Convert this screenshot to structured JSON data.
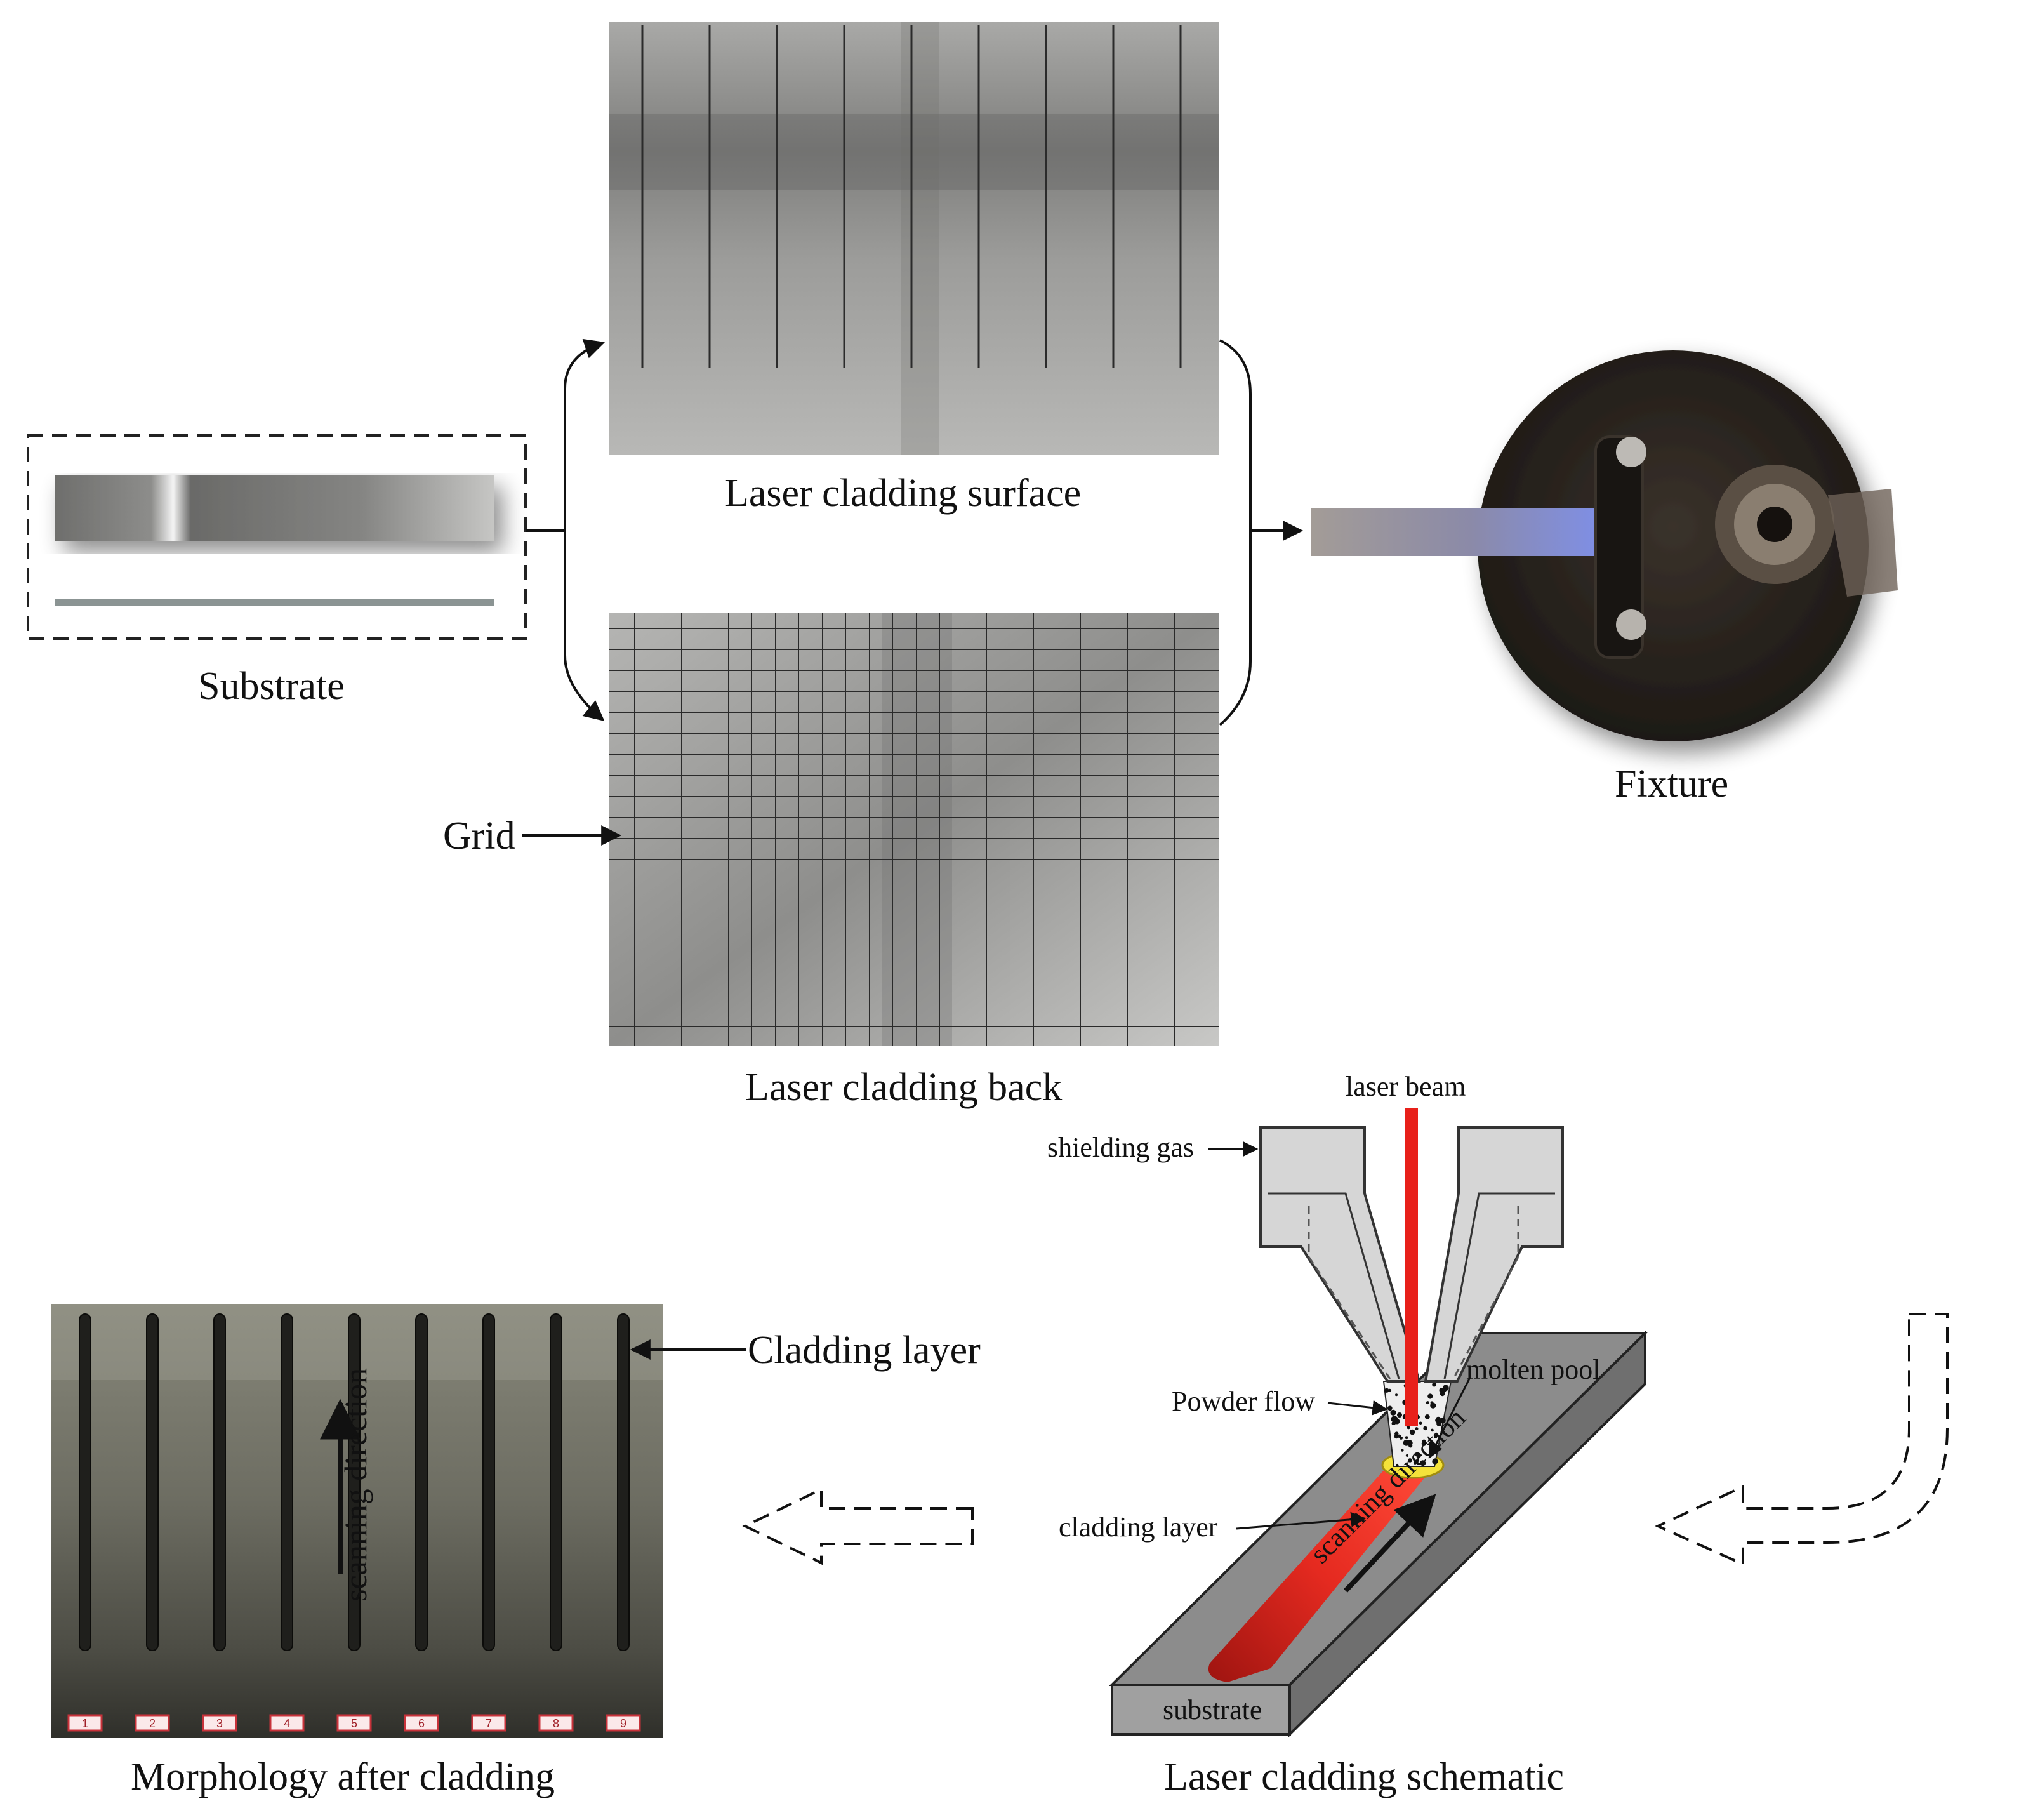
{
  "panels": {
    "substrate": "Substrate",
    "surface": "Laser cladding surface",
    "back": "Laser cladding back",
    "fixture": "Fixture",
    "morphology": "Morphology after cladding",
    "schematic": "Laser cladding schematic"
  },
  "annotations": {
    "grid": "Grid",
    "cladding_layer_photo": "Cladding layer",
    "scanning_direction_photo": "scanning direction"
  },
  "schematic_labels": {
    "laser_beam": "laser beam",
    "shielding_gas": "shielding gas",
    "powder_flow": "Powder flow",
    "molten_pool": "molten pool",
    "cladding_layer": "cladding layer",
    "scanning_direction": "scanning direction",
    "substrate": "substrate"
  },
  "sample_tags": [
    "1",
    "2",
    "3",
    "4",
    "5",
    "6",
    "7",
    "8",
    "9"
  ],
  "colors": {
    "laser": "#e8201a",
    "cladding": "#cf1a14",
    "molten_pool": "#f4e23a",
    "steel": "#9a9a98",
    "fixture_dark": "#2b2520",
    "nozzle": "#d6d6d6",
    "substrate_block": "#8c8c8c"
  }
}
